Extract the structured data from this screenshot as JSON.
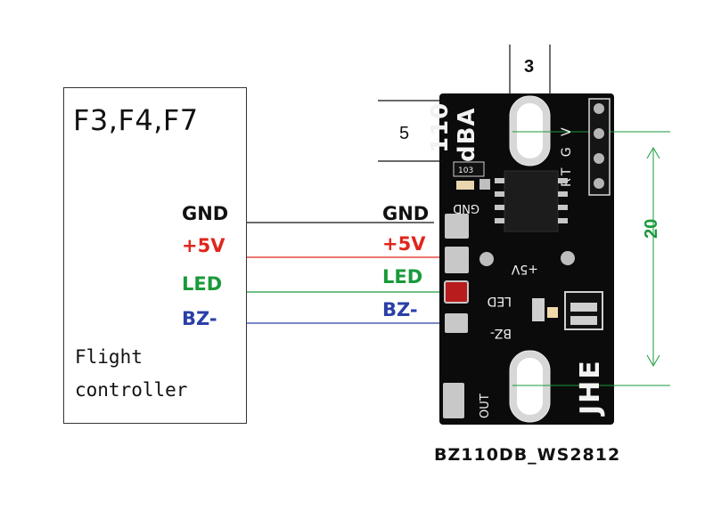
{
  "flight_controller": {
    "title": "F3,F4,F7",
    "name_line1": "Flight",
    "name_line2": "controller"
  },
  "wires": [
    {
      "label": "GND",
      "color": "#111111"
    },
    {
      "label": "+5V",
      "color": "#e0261c"
    },
    {
      "label": "LED",
      "color": "#1a9a3a"
    },
    {
      "label": "BZ-",
      "color": "#2b3fa8"
    }
  ],
  "dimensions": {
    "top_width": "3",
    "side_offset": "5",
    "hole_pitch": "20"
  },
  "board": {
    "caption": "BZ110DB_WS2812",
    "silk_model_line1": "110",
    "silk_model_line2": "dBA",
    "silk_brand": "JHE",
    "silk_gnd": "GND",
    "silk_5v": "+5V",
    "silk_led": "LED",
    "silk_bz": "BZ-",
    "silk_out": "OUT",
    "silk_right_header": "RT G V",
    "silk_resistor": "103",
    "colors": {
      "pcb": "#0b0b0b",
      "pad": "#c8c8c8",
      "silk": "#f2f2f2",
      "led_chip": "#f0d9a8"
    }
  }
}
